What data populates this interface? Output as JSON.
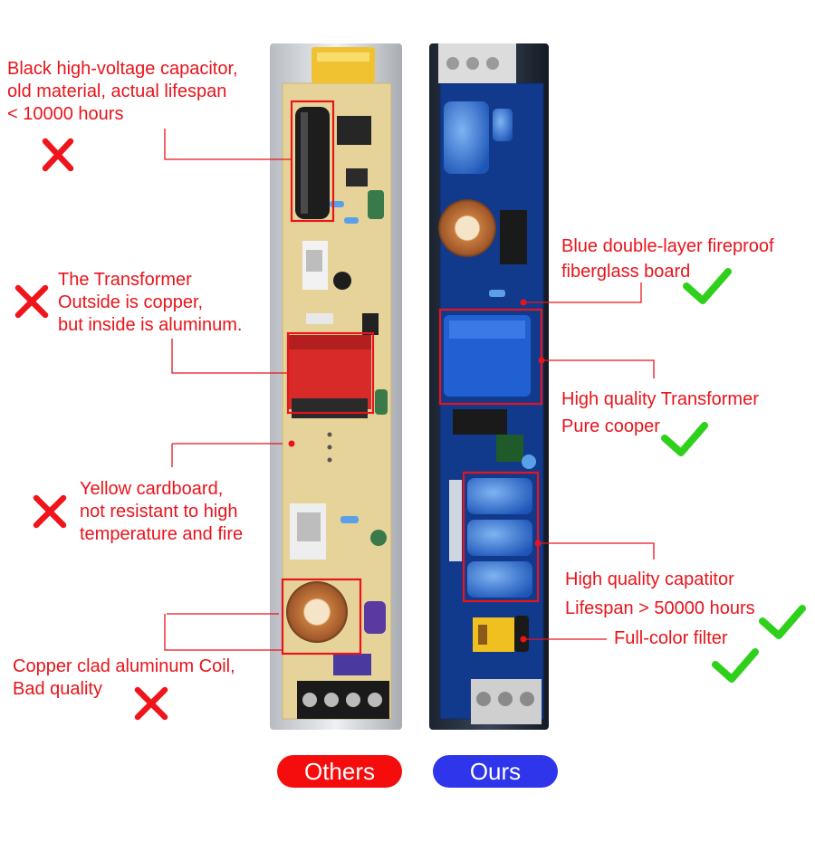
{
  "colors": {
    "annotation": "#e8141b",
    "others_pill": "#f50d0d",
    "ours_pill": "#2f35ea",
    "check": "#2fd01b",
    "cross": "#f0141b"
  },
  "icons": {
    "bad": "cross-mark-icon",
    "good": "check-mark-icon"
  },
  "others": {
    "capacitor": [
      "Black high-voltage capacitor,",
      "old material, actual lifespan",
      "< 10000 hours"
    ],
    "transformer": [
      "The Transformer",
      "Outside is copper,",
      "but inside is aluminum."
    ],
    "board": [
      "Yellow cardboard,",
      "not resistant to high",
      "temperature and fire"
    ],
    "coil": [
      "Copper clad aluminum Coil,",
      "Bad quality"
    ]
  },
  "ours": {
    "board": [
      "Blue double-layer fireproof",
      "fiberglass board"
    ],
    "transformer": [
      "High quality Transformer",
      "Pure cooper"
    ],
    "capacitor": [
      "High quality capatitor",
      "Lifespan > 50000 hours"
    ],
    "filter": "Full-color filter"
  },
  "buttons": {
    "others": "Others",
    "ours": "Ours"
  }
}
